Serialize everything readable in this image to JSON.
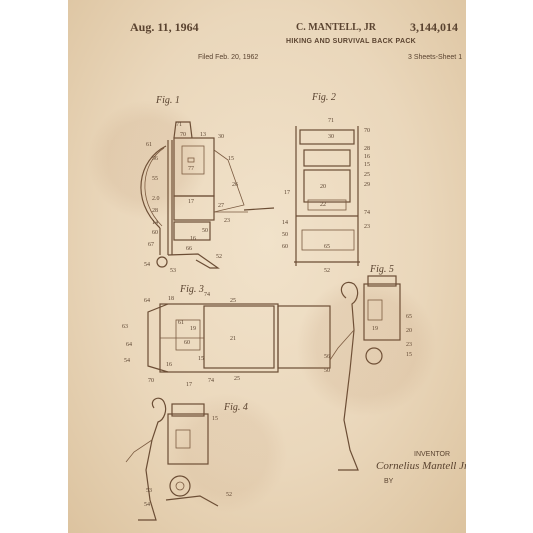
{
  "header": {
    "date": "Aug. 11, 1964",
    "inventor": "C. MANTELL, JR",
    "patent_number": "3,144,014",
    "title": "HIKING AND SURVIVAL BACK PACK",
    "filed": "Filed Feb. 20, 1962",
    "sheets": "3 Sheets-Sheet 1"
  },
  "figures": [
    {
      "label": "Fig. 1"
    },
    {
      "label": "Fig. 2"
    },
    {
      "label": "Fig. 3"
    },
    {
      "label": "Fig. 4"
    },
    {
      "label": "Fig. 5"
    }
  ],
  "fig1_refs": [
    "71",
    "70",
    "13",
    "30",
    "61",
    "15",
    "56",
    "77",
    "55",
    "26",
    "2.0",
    "17",
    "27",
    "28",
    "23",
    "14",
    "50",
    "60",
    "16",
    "67",
    "66",
    "54",
    "53",
    "52"
  ],
  "fig2_refs": [
    "71",
    "70",
    "30",
    "28",
    "16",
    "15",
    "25",
    "20",
    "17",
    "29",
    "22",
    "74",
    "14",
    "23",
    "50",
    "60",
    "65",
    "52"
  ],
  "fig3_refs": [
    "64",
    "18",
    "74",
    "25",
    "61",
    "19",
    "60",
    "21",
    "63",
    "15",
    "64",
    "16",
    "54",
    "70",
    "17",
    "74",
    "25"
  ],
  "fig4_refs": [
    "15",
    "53",
    "54",
    "52"
  ],
  "fig5_refs": [
    "65",
    "19",
    "20",
    "23",
    "56",
    "15",
    "50"
  ],
  "inventor_block": {
    "caption": "INVENTOR",
    "signature": "Cornelius Mantell Jr.",
    "by": "BY"
  },
  "colors": {
    "paper": "#ead7bb",
    "ink": "#6b4d35",
    "background": "#ffffff"
  }
}
